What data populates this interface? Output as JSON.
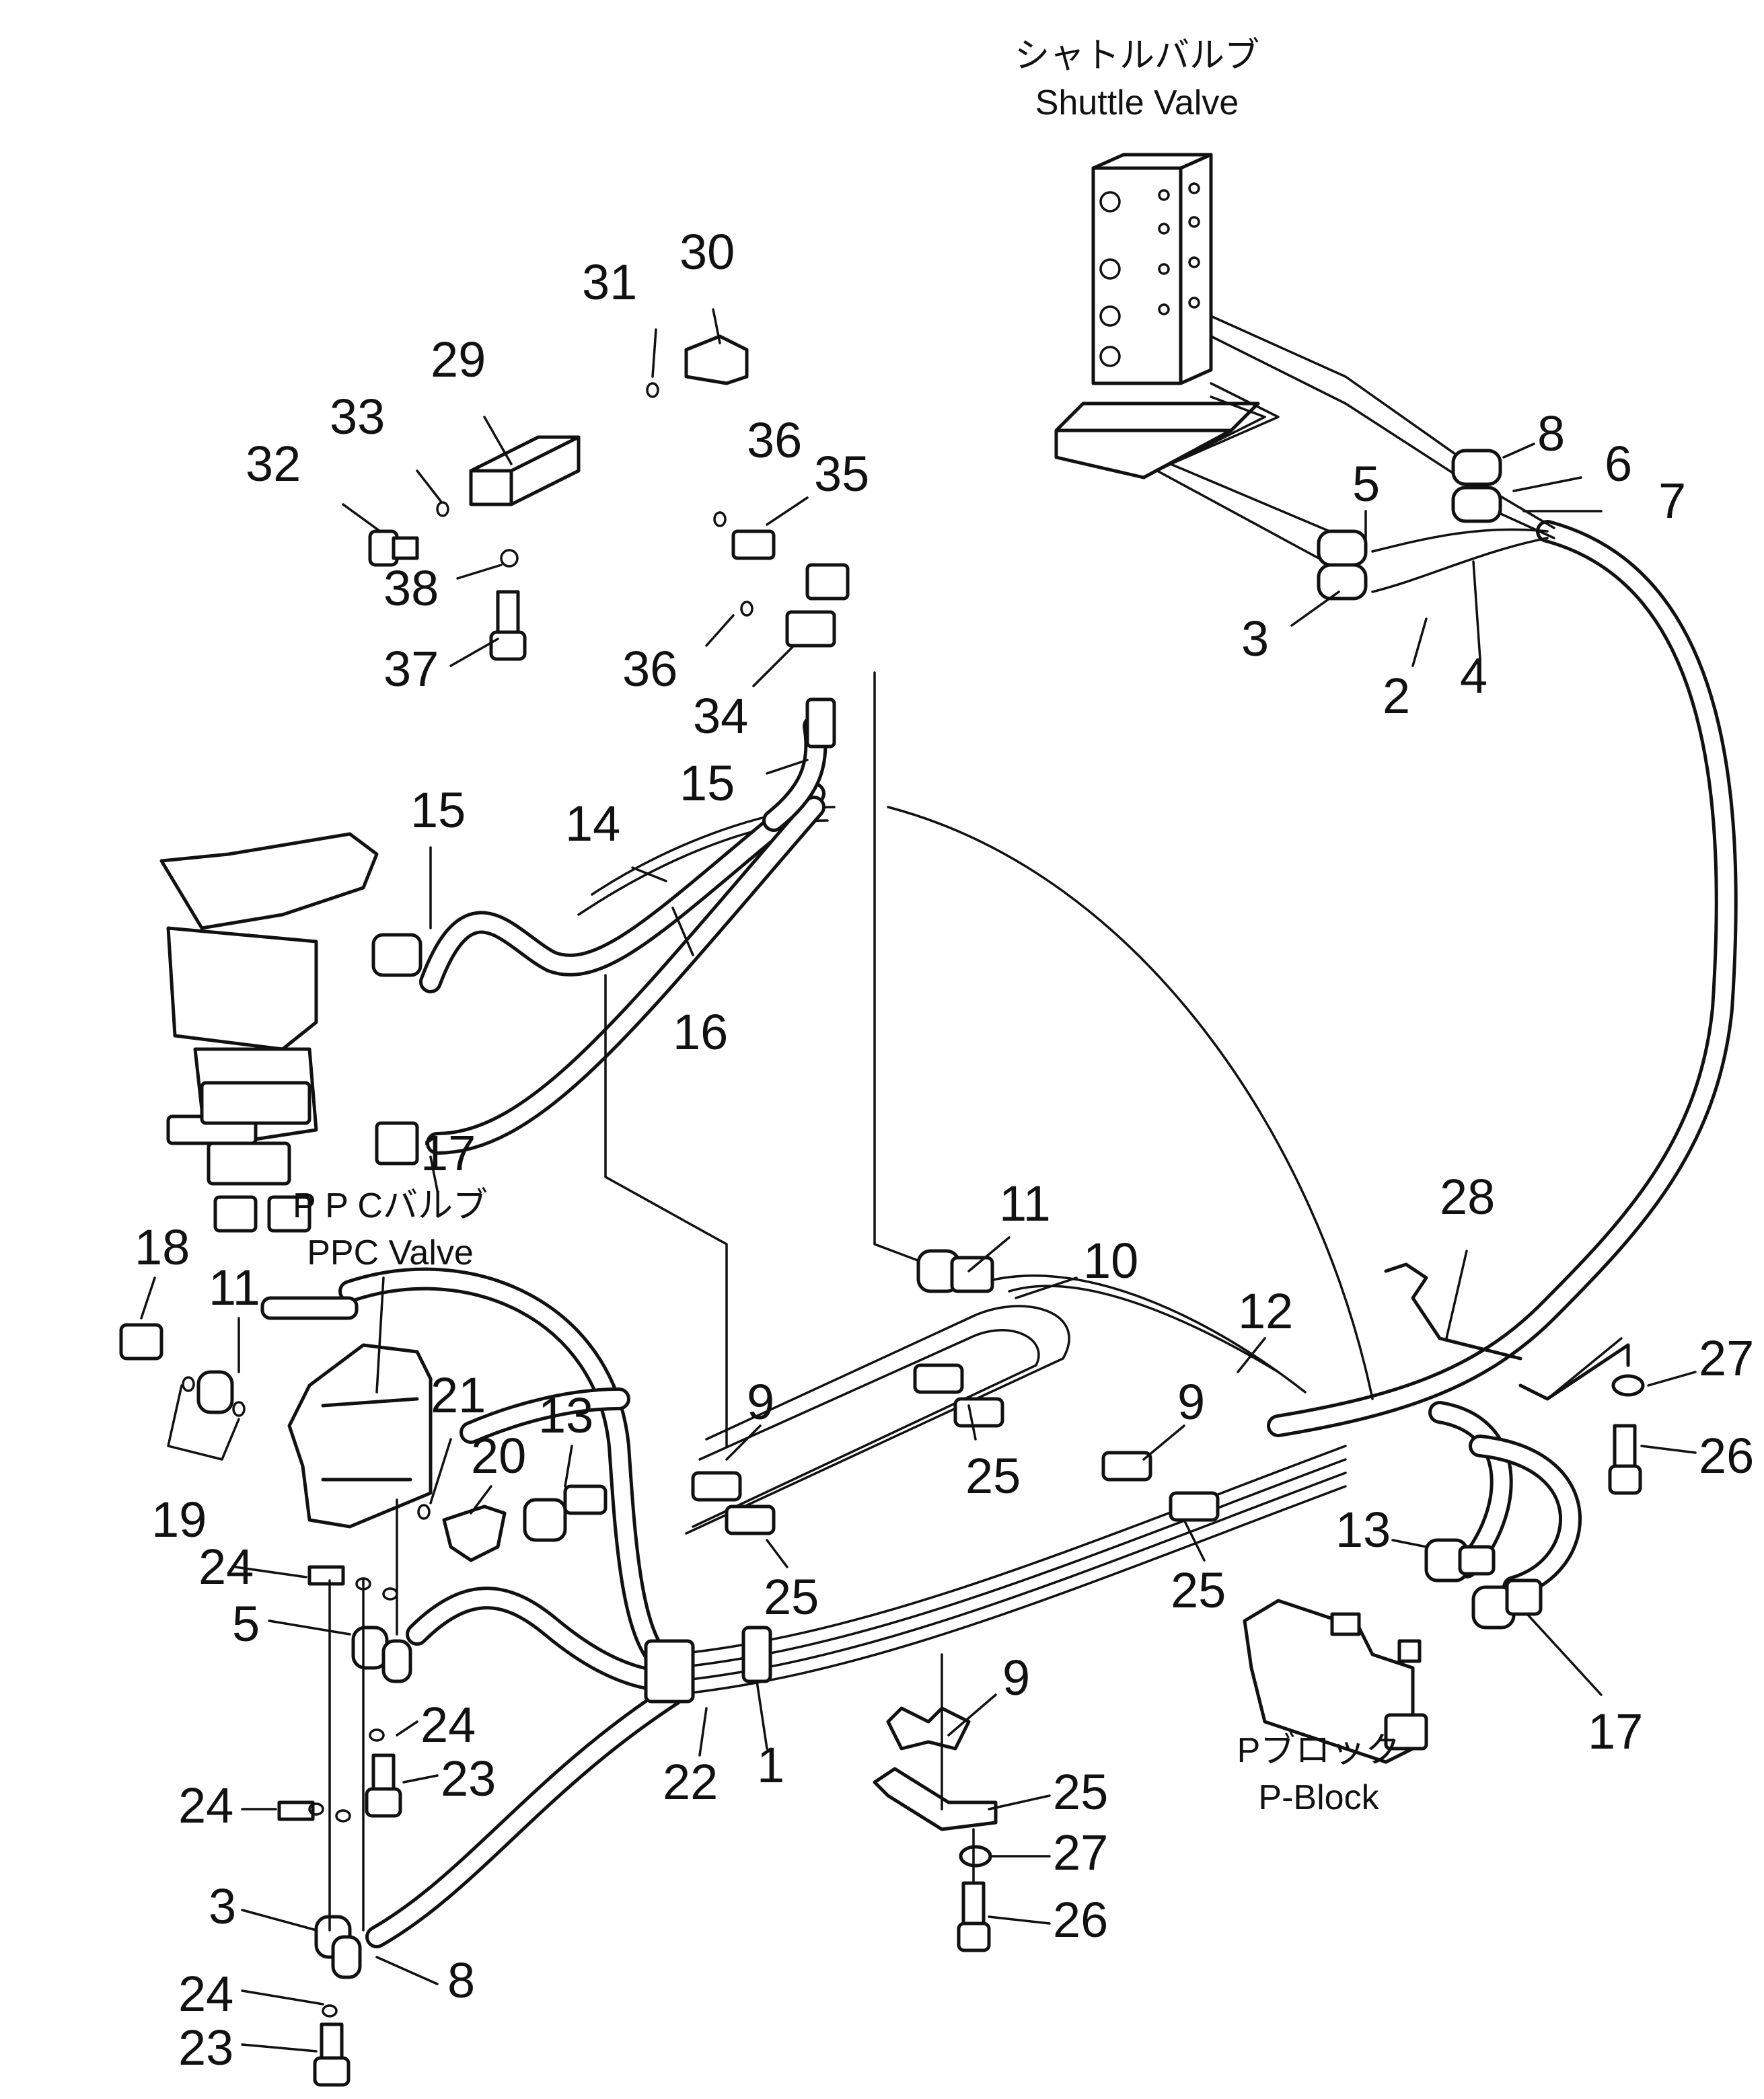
{
  "labels": {
    "shuttle_jp": "シャトルバルブ",
    "shuttle_en": "Shuttle Valve",
    "ppc_jp": "P P Cバルブ",
    "ppc_en": "PPC Valve",
    "pblock_jp": "Pブロック",
    "pblock_en": "P-Block"
  },
  "callouts": [
    "8",
    "6",
    "7",
    "5",
    "3",
    "2",
    "4",
    "30",
    "31",
    "29",
    "33",
    "32",
    "38",
    "37",
    "36",
    "35",
    "36",
    "34",
    "15",
    "15",
    "14",
    "16",
    "17",
    "18",
    "11",
    "21",
    "20",
    "13",
    "19",
    "24",
    "5",
    "24",
    "23",
    "24",
    "3",
    "8",
    "24",
    "23",
    "11",
    "10",
    "12",
    "28",
    "9",
    "25",
    "9",
    "25",
    "25",
    "9",
    "25",
    "27",
    "26",
    "22",
    "1",
    "27",
    "26",
    "13",
    "17"
  ]
}
